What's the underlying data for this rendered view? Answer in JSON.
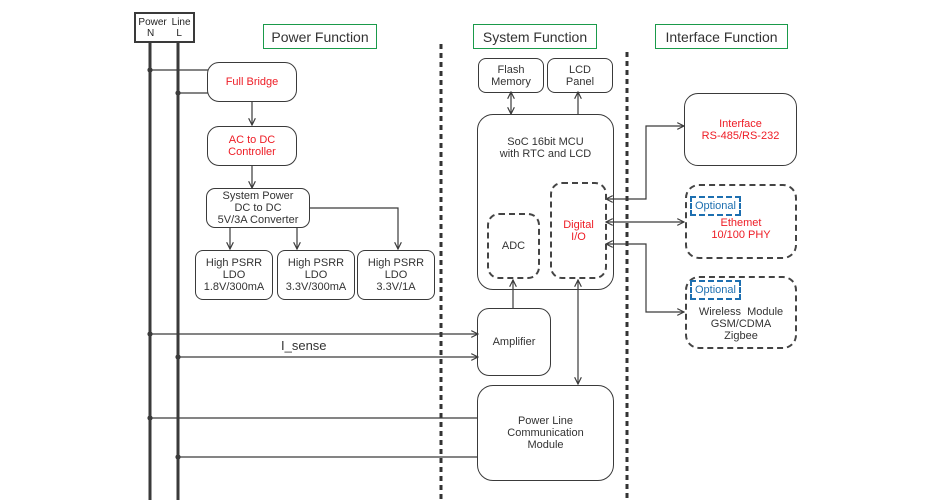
{
  "power_line": {
    "title_left": "Power",
    "title_right": "Line",
    "n_label": "N",
    "l_label": "L"
  },
  "sections": {
    "power": "Power Function",
    "system": "System Function",
    "interface": "Interface Function"
  },
  "power_blocks": {
    "full_bridge": "Full Bridge",
    "ac_dc": [
      "AC to DC",
      "Controller"
    ],
    "dc_dc": [
      "System Power",
      "DC to DC",
      "5V/3A Converter"
    ],
    "ldo": [
      [
        "High PSRR",
        "LDO",
        "1.8V/300mA"
      ],
      [
        "High PSRR",
        "LDO",
        "3.3V/300mA"
      ],
      [
        "High PSRR",
        "LDO",
        "3.3V/1A"
      ]
    ]
  },
  "system_blocks": {
    "flash": [
      "Flash",
      "Memory"
    ],
    "lcd": [
      "LCD",
      "Panel"
    ],
    "mcu": [
      "SoC 16bit MCU",
      "with RTC and LCD"
    ],
    "adc": "ADC",
    "digital_io": [
      "Digital",
      "I/O"
    ],
    "amplifier": "Amplifier",
    "plc": [
      "Power Line",
      "Communication",
      "Module"
    ]
  },
  "interface_blocks": {
    "rs": [
      "Interface",
      "RS-485/RS-232"
    ],
    "ethernet": {
      "badge": "Optional",
      "lines": [
        "Ethemet",
        "10/100 PHY"
      ]
    },
    "wireless": {
      "badge": "Optional",
      "lines": [
        "Wireless  Module",
        "GSM/CDMA",
        "Zigbee"
      ]
    }
  },
  "signals": {
    "i_sense": "I_sense"
  },
  "colors": {
    "line": "#3a3a3a",
    "highlight_text": "#ee1c25",
    "header_border": "#1a9a4a",
    "optional": "#1d6fb0"
  }
}
